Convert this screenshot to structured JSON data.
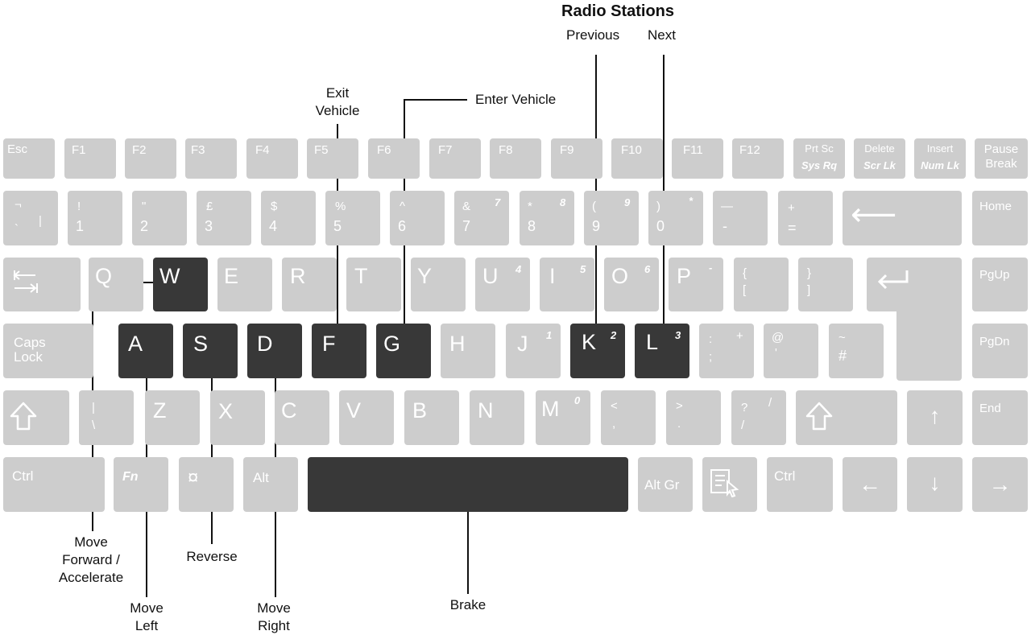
{
  "title": "Radio Stations",
  "callouts": {
    "previous": "Previous",
    "next": "Next",
    "exit_vehicle": [
      "Exit",
      "Vehicle"
    ],
    "enter_vehicle": "Enter Vehicle",
    "move_forward": [
      "Move",
      "Forward /",
      "Accelerate"
    ],
    "move_left": [
      "Move",
      "Left"
    ],
    "reverse": "Reverse",
    "move_right": [
      "Move",
      "Right"
    ],
    "brake": "Brake"
  },
  "keys": {
    "esc": "Esc",
    "f1": "F1",
    "f2": "F2",
    "f3": "F3",
    "f4": "F4",
    "f5": "F5",
    "f6": "F6",
    "f7": "F7",
    "f8": "F8",
    "f9": "F9",
    "f10": "F10",
    "f11": "F11",
    "f12": "F12",
    "prtsc": "Prt Sc",
    "sysrq": "Sys Rq",
    "delete": "Delete",
    "scrlk": "Scr Lk",
    "insert": "Insert",
    "numlk": "Num Lk",
    "pause": "Pause",
    "break": "Break",
    "grave_top": "¬",
    "grave_bottom_left": "`",
    "grave_bottom_right": "|",
    "d1_top": "!",
    "d1": "1",
    "d2_top": "\"",
    "d2": "2",
    "d3_top": "£",
    "d3": "3",
    "d4_top": "$",
    "d4": "4",
    "d5_top": "%",
    "d5": "5",
    "d6_top": "^",
    "d6": "6",
    "d7_top": "&",
    "d7": "7",
    "d7_num": "7",
    "d8_top": "*",
    "d8": "8",
    "d8_num": "8",
    "d9_top": "(",
    "d9": "9",
    "d9_num": "9",
    "d0_top": ")",
    "d0": "0",
    "d0_num": "*",
    "minus_top": "—",
    "minus": "-",
    "plus_top": "+",
    "plus": "=",
    "backspace": "⟵",
    "home": "Home",
    "q": "Q",
    "w": "W",
    "e": "E",
    "r": "R",
    "t": "T",
    "y": "Y",
    "u": "U",
    "u_num": "4",
    "i": "I",
    "i_num": "5",
    "o": "O",
    "o_num": "6",
    "p": "P",
    "p_num": "-",
    "lbrace": "{",
    "lbracket": "[",
    "rbrace": "}",
    "rbracket": "]",
    "enter": "↵",
    "pgup": "PgUp",
    "caps_line1": "Caps",
    "caps_line2": "Lock",
    "a": "A",
    "s": "S",
    "d": "D",
    "f": "F",
    "g": "G",
    "h": "H",
    "j": "J",
    "j_num": "1",
    "k": "K",
    "k_num": "2",
    "l": "L",
    "l_num": "3",
    "colon": ":",
    "semicolon": ";",
    "semi_num": "+",
    "at": "@",
    "apostrophe": "'",
    "tilde": "~",
    "hash": "#",
    "pgdn": "PgDn",
    "lshift": "⇧",
    "backslash_top": "|",
    "backslash": "\\",
    "z": "Z",
    "x": "X",
    "c": "C",
    "v": "V",
    "b": "B",
    "n": "N",
    "m": "M",
    "m_num": "0",
    "lt": "<",
    "comma": ",",
    "gt": ">",
    "period": ".",
    "question": "?",
    "slash": "/",
    "slash_num": "/",
    "rshift": "⇧",
    "up": "↑",
    "end": "End",
    "lctrl": "Ctrl",
    "fn": "Fn",
    "win": "¤",
    "alt": "Alt",
    "altgr": "Alt Gr",
    "rctrl": "Ctrl",
    "left": "←",
    "down": "↓",
    "right": "→"
  }
}
